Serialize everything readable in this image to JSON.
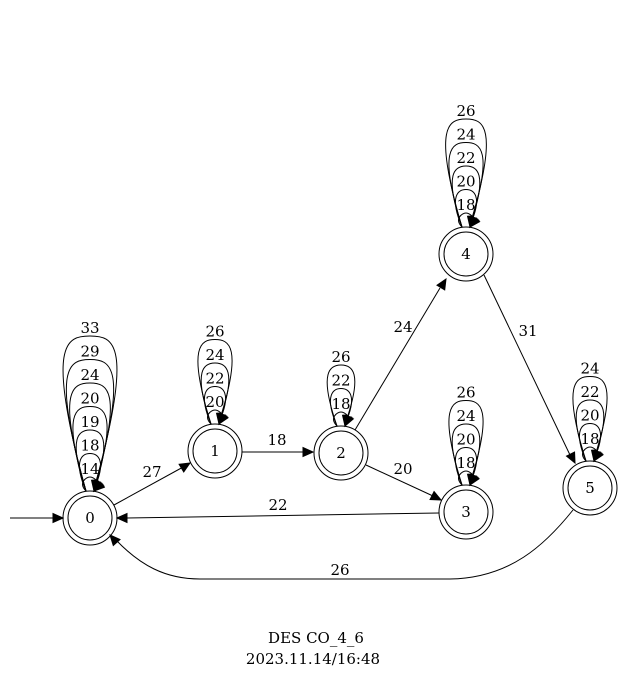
{
  "diagram": {
    "caption": {
      "title": "DES CO_4_6",
      "timestamp": "2023.11.14/16:48"
    },
    "states": [
      {
        "id": "0",
        "label": "0",
        "marked": true,
        "initial": true
      },
      {
        "id": "1",
        "label": "1",
        "marked": true,
        "initial": false
      },
      {
        "id": "2",
        "label": "2",
        "marked": true,
        "initial": false
      },
      {
        "id": "3",
        "label": "3",
        "marked": true,
        "initial": false
      },
      {
        "id": "4",
        "label": "4",
        "marked": true,
        "initial": false
      },
      {
        "id": "5",
        "label": "5",
        "marked": true,
        "initial": false
      }
    ],
    "self_loops": [
      {
        "state": "0",
        "events": [
          "14",
          "18",
          "19",
          "20",
          "24",
          "29",
          "33"
        ]
      },
      {
        "state": "1",
        "events": [
          "20",
          "22",
          "24",
          "26"
        ]
      },
      {
        "state": "2",
        "events": [
          "18",
          "22",
          "26"
        ]
      },
      {
        "state": "3",
        "events": [
          "18",
          "20",
          "24",
          "26"
        ]
      },
      {
        "state": "4",
        "events": [
          "18",
          "20",
          "22",
          "24",
          "26"
        ]
      },
      {
        "state": "5",
        "events": [
          "18",
          "20",
          "22",
          "24"
        ]
      }
    ],
    "transitions": [
      {
        "from": "0",
        "to": "1",
        "event": "27"
      },
      {
        "from": "1",
        "to": "2",
        "event": "18"
      },
      {
        "from": "2",
        "to": "4",
        "event": "24"
      },
      {
        "from": "2",
        "to": "3",
        "event": "20"
      },
      {
        "from": "3",
        "to": "0",
        "event": "22"
      },
      {
        "from": "4",
        "to": "5",
        "event": "31"
      },
      {
        "from": "5",
        "to": "0",
        "event": "26"
      }
    ]
  }
}
